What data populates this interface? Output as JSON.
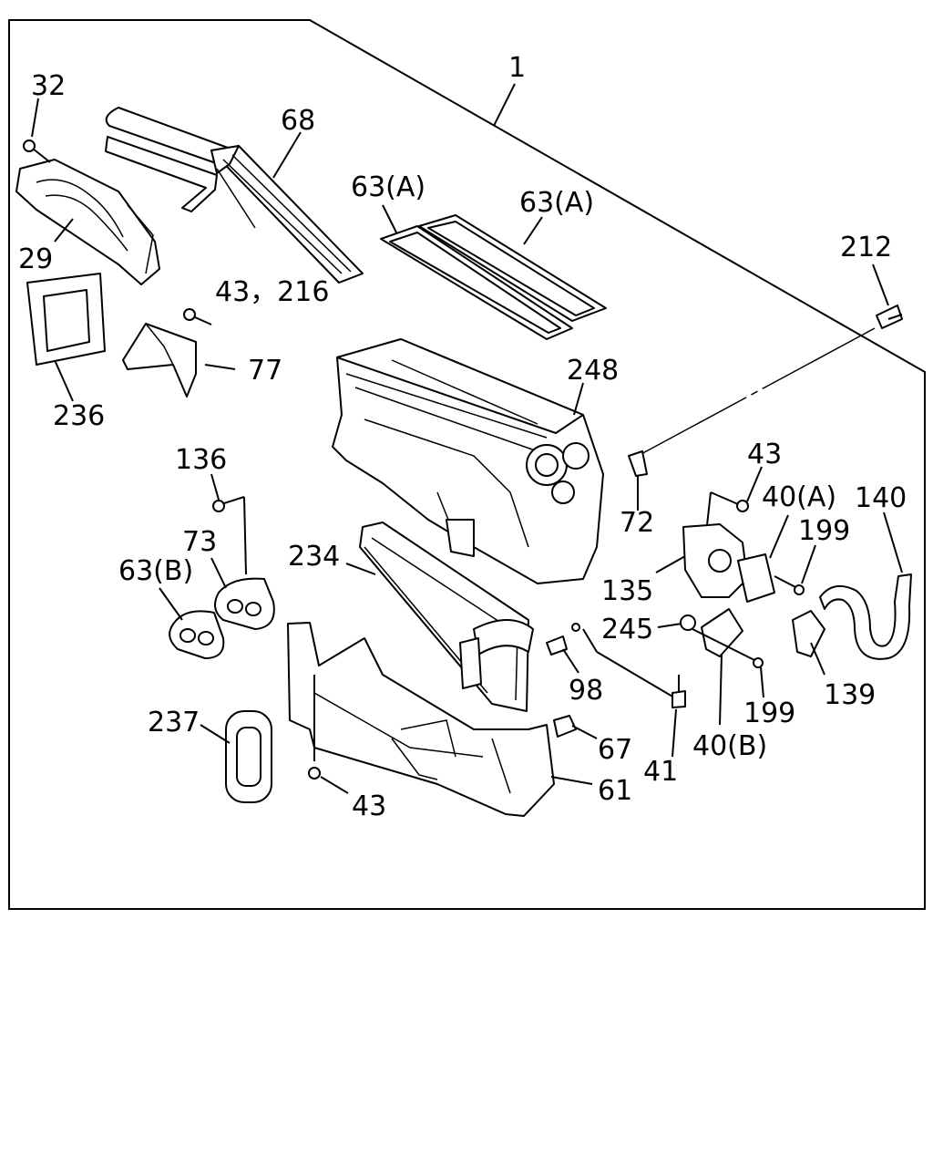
{
  "callouts": {
    "c1": "1",
    "c32": "32",
    "c68": "68",
    "c29": "29",
    "c63a_1": "63(A)",
    "c63a_2": "63(A)",
    "c212": "212",
    "c43_216": "43，216",
    "c77": "77",
    "c236": "236",
    "c248": "248",
    "c136": "136",
    "c43_top": "43",
    "c40a": "40(A)",
    "c140": "140",
    "c72": "72",
    "c199_top": "199",
    "c73": "73",
    "c63b": "63(B)",
    "c234": "234",
    "c135": "135",
    "c245": "245",
    "c139": "139",
    "c98": "98",
    "c199_bot": "199",
    "c40b": "40(B)",
    "c67": "67",
    "c237": "237",
    "c41": "41",
    "c61": "61",
    "c43_bot": "43"
  }
}
